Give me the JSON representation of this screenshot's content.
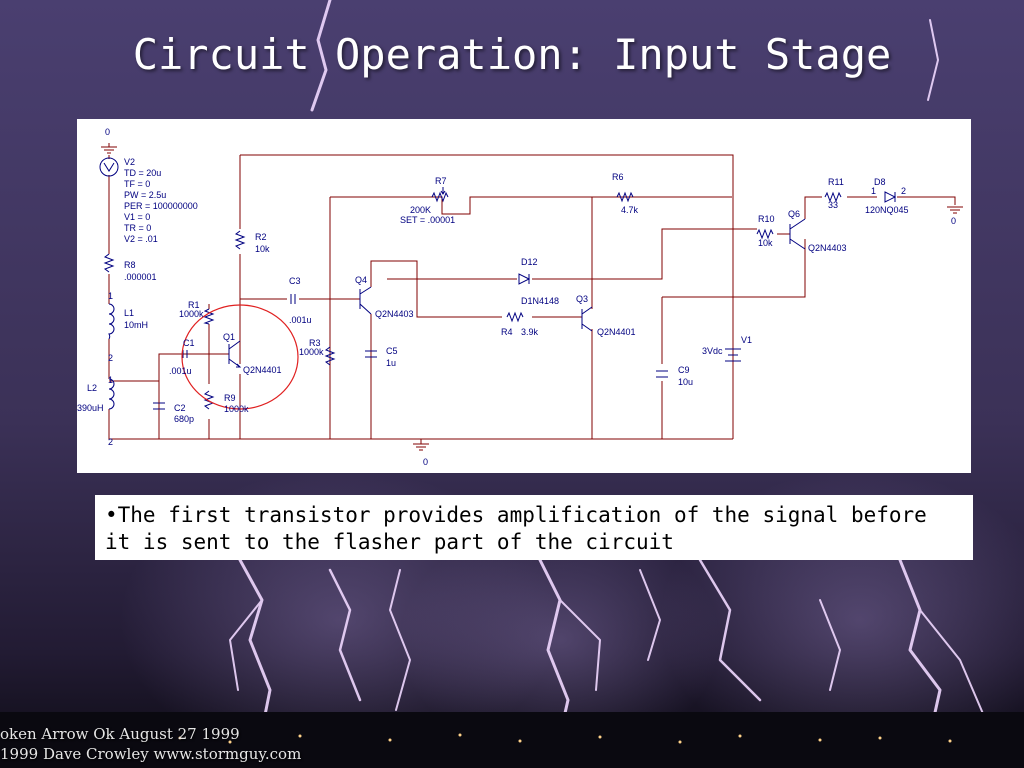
{
  "slide": {
    "title": "Circuit Operation: Input Stage",
    "bullet": "•The first transistor provides amplification of the signal before it is sent to the flasher part of the circuit",
    "credit_line1": "oken Arrow Ok   August 27 1999",
    "credit_line2": "1999  Dave Crowley   www.stormguy.com"
  },
  "schematic": {
    "gnd_top_label": "0",
    "gnd_bottom_label": "0",
    "gnd_right_label": "0",
    "v2_name": "V2",
    "v2_params": [
      "TD = 20u",
      "TF = 0",
      "PW = 2.5u",
      "PER = 100000000",
      "V1 = 0",
      "TR = 0",
      "V2 = .01"
    ],
    "r8_name": "R8",
    "r8_value": ".000001",
    "l1_name": "L1",
    "l1_value": "10mH",
    "l2_name": "L2",
    "l2_value": "390uH",
    "pin1_l1": "1",
    "pin2_l1": "2",
    "pin1_l2": "1",
    "pin2_l2": "2",
    "c2_name": "C2",
    "c2_value": "680p",
    "c1_name": "C1",
    "c1_value": ".001u",
    "r1_name": "R1",
    "r1_value": "1000k",
    "r9_name": "R9",
    "r9_value": "1000k",
    "q1_name": "Q1",
    "q1_part": "Q2N4401",
    "r2_name": "R2",
    "r2_value": "10k",
    "c3_name": "C3",
    "c3_value": ".001u",
    "r3_name": "R3",
    "r3_value": "1000k",
    "q4_name": "Q4",
    "q4_part": "Q2N4403",
    "c5_name": "C5",
    "c5_value": "1u",
    "r7_name": "R7",
    "r7_value": "200K",
    "r7_set": "SET = .00001",
    "r6_name": "R6",
    "r6_value": "4.7k",
    "d12_name": "D12",
    "d12_part": "D1N4148",
    "r4_name": "R4",
    "r4_value": "3.9k",
    "q3_name": "Q3",
    "q3_part": "Q2N4401",
    "c9_name": "C9",
    "c9_value": "10u",
    "v1_name": "V1",
    "v1_value": "3Vdc",
    "r10_name": "R10",
    "r10_value": "10k",
    "q6_name": "Q6",
    "q6_part": "Q2N4403",
    "r11_name": "R11",
    "r11_value": "33",
    "d8_name": "D8",
    "d8_part": "120NQ045",
    "d8_pin1": "1",
    "d8_pin2": "2"
  },
  "colors": {
    "wire": "#800000",
    "component": "#000080",
    "highlight": "#e02020",
    "sky_top": "#4a3d6e",
    "sky_bottom": "#120f1c"
  }
}
